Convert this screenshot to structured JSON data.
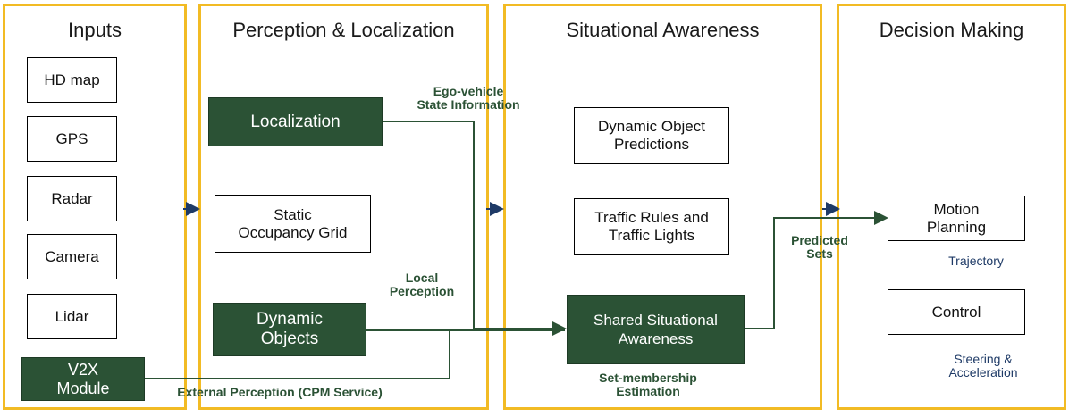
{
  "columns": {
    "inputs": {
      "title": "Inputs"
    },
    "perception": {
      "title": "Perception & Localization"
    },
    "awareness": {
      "title": "Situational Awareness"
    },
    "decision": {
      "title": "Decision Making"
    }
  },
  "inputs": {
    "hd_map": "HD map",
    "gps": "GPS",
    "radar": "Radar",
    "camera": "Camera",
    "lidar": "Lidar",
    "v2x": "V2X\nModule"
  },
  "perception": {
    "localization": "Localization",
    "static_grid": "Static\nOccupancy Grid",
    "dynamic_objects": "Dynamic\nObjects"
  },
  "awareness": {
    "dynamic_predictions": "Dynamic Object\nPredictions",
    "traffic_rules": "Traffic Rules and\nTraffic Lights",
    "shared_awareness": "Shared Situational\nAwareness"
  },
  "decision": {
    "motion_planning": "Motion\nPlanning",
    "control": "Control"
  },
  "labels": {
    "ego_state": "Ego-vehicle\nState Information",
    "local_perception": "Local\nPerception",
    "external_perception": "External Perception (CPM Service)",
    "set_membership": "Set-membership\nEstimation",
    "predicted_sets": "Predicted\nSets",
    "trajectory": "Trajectory",
    "steering": "Steering &\nAcceleration"
  },
  "colors": {
    "column_border": "#f2bb24",
    "dark_green": "#2b5235",
    "arrow_navy": "#1e3a66"
  }
}
